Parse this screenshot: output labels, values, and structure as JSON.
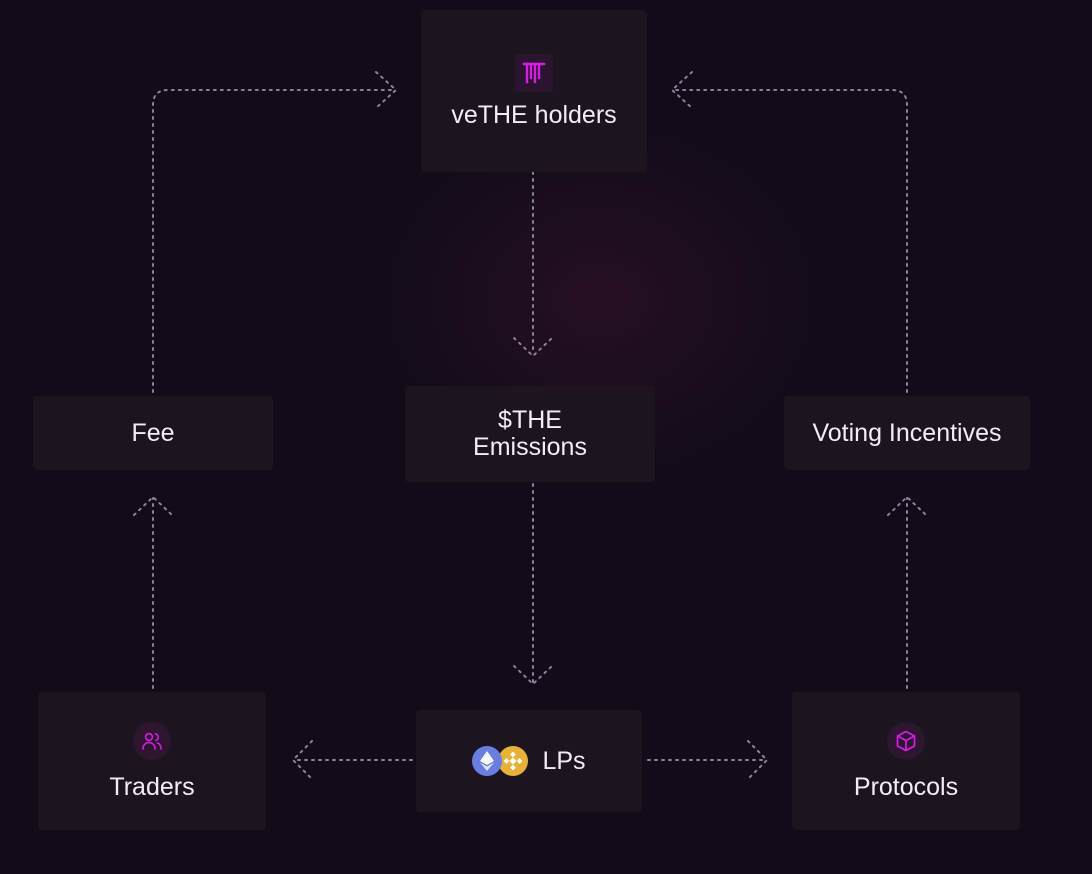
{
  "diagram": {
    "nodes": {
      "vethe_holders": {
        "label": "veTHE holders",
        "icon": "thena-logo-icon"
      },
      "fee": {
        "label": "Fee"
      },
      "emissions": {
        "label_line1": "$THE",
        "label_line2": "Emissions"
      },
      "voting_incentives": {
        "label": "Voting Incentives"
      },
      "traders": {
        "label": "Traders",
        "icon": "users-icon"
      },
      "lps": {
        "label": "LPs",
        "icons": [
          "ethereum-icon",
          "bnb-icon"
        ]
      },
      "protocols": {
        "label": "Protocols",
        "icon": "cube-icon"
      }
    },
    "edges": [
      {
        "from": "fee",
        "to": "vethe_holders"
      },
      {
        "from": "voting_incentives",
        "to": "vethe_holders"
      },
      {
        "from": "vethe_holders",
        "to": "emissions"
      },
      {
        "from": "emissions",
        "to": "lps"
      },
      {
        "from": "traders",
        "to": "fee"
      },
      {
        "from": "protocols",
        "to": "voting_incentives"
      },
      {
        "from": "lps",
        "to": "traders"
      },
      {
        "from": "lps",
        "to": "protocols"
      }
    ],
    "colors": {
      "background": "#130c18",
      "node_fill": "#1c1520",
      "accent": "#d61ee3",
      "connector": "#8a8298",
      "text": "#f2eef5"
    }
  }
}
